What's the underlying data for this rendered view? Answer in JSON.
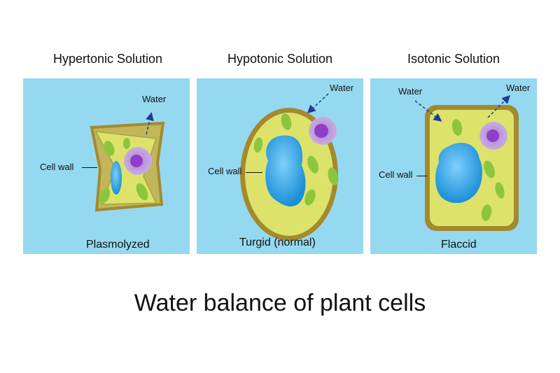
{
  "title": "Water balance of plant cells",
  "panels": [
    {
      "heading": "Hypertonic Solution",
      "cell_wall_label": "Cell wall",
      "water_labels": [
        "Water"
      ],
      "state": "Plasmolyzed",
      "water_flow": "out"
    },
    {
      "heading": "Hypotonic Solution",
      "cell_wall_label": "Cell wall",
      "water_labels": [
        "Water"
      ],
      "state": "Turgid (normal)",
      "water_flow": "in"
    },
    {
      "heading": "Isotonic Solution",
      "cell_wall_label": "Cell wall",
      "water_labels": [
        "Water",
        "Water"
      ],
      "state": "Flaccid",
      "water_flow": "both"
    }
  ],
  "colors": {
    "background": "#95d9f0",
    "cell_wall": "#a48a2e",
    "cytoplasm": "#dde36a",
    "chloroplast": "#8cc63f",
    "vacuole": "#1c9ee2",
    "nucleus": "#9b6fc9",
    "arrow": "#1f3a93"
  }
}
